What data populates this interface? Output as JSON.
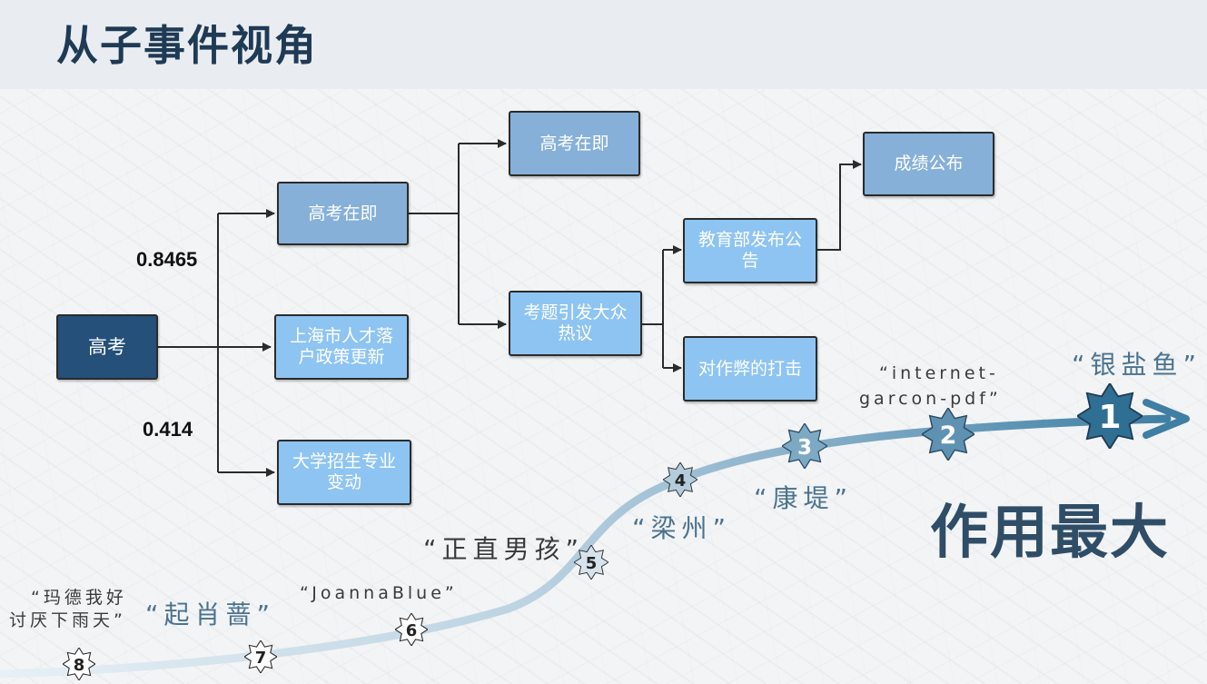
{
  "title": "从子事件视角",
  "tree": {
    "root": "高考",
    "branch_a": "高考在即",
    "branch_b": "上海市人才落户政策更新",
    "branch_c": "大学招生专业变动",
    "sub_a1": "高考在即",
    "sub_a2": "考题引发大众热议",
    "sub_a2_1": "教育部发布公告",
    "sub_a2_2": "对作弊的打击",
    "sub_a2_1_1": "成绩公布",
    "weight_top": "0.8465",
    "weight_bottom": "0.414"
  },
  "ranking": {
    "badges": [
      "1",
      "2",
      "3",
      "4",
      "5",
      "6",
      "7",
      "8"
    ],
    "accounts": {
      "r1": "“银盐鱼”",
      "r2_line1": "“internet-",
      "r2_line2": "garcon-pdf”",
      "r3": "“康堤”",
      "r4": "“梁州”",
      "r5": "“正直男孩”",
      "r6": "“JoannaBlue”",
      "r7": "“起肖蔷”",
      "r8_line1": "“玛德我好",
      "r8_line2": "讨厌下雨天”"
    },
    "impact_label": "作用最大"
  },
  "colors": {
    "root": "#24507a",
    "node": "#8db4dc",
    "curve_end": "#3f7fa3",
    "badge": "#7ea9c4"
  }
}
